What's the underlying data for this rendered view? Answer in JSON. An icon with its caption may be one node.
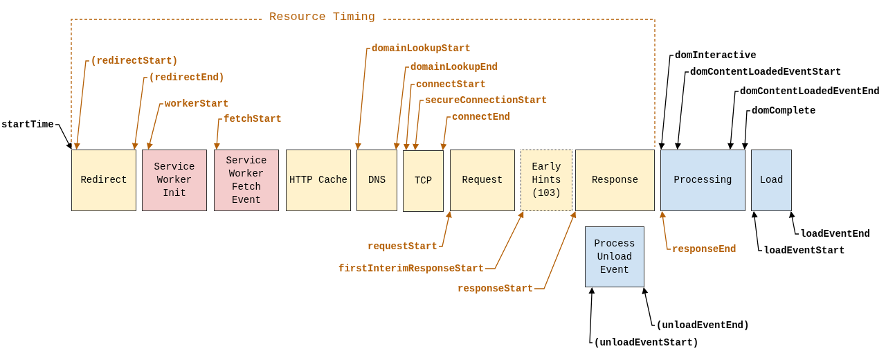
{
  "diagram": {
    "nodes": [
      {
        "text": [
          "Redirect"
        ]
      },
      {
        "text": [
          "Service Worker Init"
        ]
      },
      {
        "text": [
          "Service Worker Fetch Event"
        ]
      },
      {
        "text": [
          "HTTP Cache"
        ]
      },
      {
        "text": [
          "DNS"
        ]
      },
      {
        "text": [
          "TCP"
        ]
      },
      {
        "text": [
          "Request"
        ]
      },
      {
        "text": [
          "Early Hints (103)"
        ]
      },
      {
        "text": [
          "Response"
        ]
      },
      {
        "text": [
          "Processing"
        ]
      },
      {
        "text": [
          "Load"
        ]
      },
      {
        "text": [
          "Process Unload Event"
        ]
      },
      {
        "text": [
          "startTime"
        ]
      },
      {
        "text": [
          "(redirectStart)"
        ]
      },
      {
        "text": [
          "(redirectEnd)"
        ]
      },
      {
        "text": [
          "workerStart"
        ]
      },
      {
        "text": [
          "fetchStart"
        ]
      },
      {
        "text": [
          "domainLookupStart"
        ]
      },
      {
        "text": [
          "domainLookupEnd"
        ]
      },
      {
        "text": [
          "connectStart"
        ]
      },
      {
        "text": [
          "secureConnectionStart"
        ]
      },
      {
        "text": [
          "connectEnd"
        ]
      },
      {
        "text": [
          "domInteractive"
        ]
      },
      {
        "text": [
          "domContentLoadedEventStart"
        ]
      },
      {
        "text": [
          "domContentLoadedEventEnd"
        ]
      },
      {
        "text": [
          "domComplete"
        ]
      },
      {
        "text": [
          "requestStart"
        ]
      },
      {
        "text": [
          "firstInterimResponseStart"
        ]
      },
      {
        "text": [
          "responseStart"
        ]
      },
      {
        "text": [
          "responseEnd"
        ]
      },
      {
        "text": [
          "loadEventStart"
        ]
      },
      {
        "text": [
          "loadEventEnd"
        ]
      },
      {
        "text": [
          "(unloadEventStart)"
        ]
      },
      {
        "text": [
          "(unloadEventEnd)"
        ]
      }
    ],
    "edges": [
      {
        "from": 12,
        "to": 0,
        "arrow": "to",
        "color": "#000000"
      },
      {
        "from": 13,
        "to": 0,
        "arrow": "to"
      },
      {
        "from": 14,
        "to": 0,
        "arrow": "to"
      },
      {
        "from": 15,
        "to": 1,
        "arrow": "to"
      },
      {
        "from": 16,
        "to": 2,
        "arrow": "to"
      },
      {
        "from": 17,
        "to": 4,
        "arrow": "to"
      },
      {
        "from": 18,
        "to": 4,
        "arrow": "to"
      },
      {
        "from": 19,
        "to": 5,
        "arrow": "to"
      },
      {
        "from": 20,
        "to": 5,
        "arrow": "to"
      },
      {
        "from": 21,
        "to": 5,
        "arrow": "to"
      },
      {
        "from": 22,
        "to": 9,
        "arrow": "to",
        "color": "#000000"
      },
      {
        "from": 23,
        "to": 9,
        "arrow": "to",
        "color": "#000000"
      },
      {
        "from": 24,
        "to": 9,
        "arrow": "to",
        "color": "#000000"
      },
      {
        "from": 25,
        "to": 9,
        "arrow": "to",
        "color": "#000000"
      },
      {
        "from": 26,
        "to": 6,
        "arrow": "to"
      },
      {
        "from": 27,
        "to": 7,
        "arrow": "to"
      },
      {
        "from": 28,
        "to": 8,
        "arrow": "to"
      },
      {
        "from": 29,
        "to": 9,
        "arrow": "to"
      },
      {
        "from": 30,
        "to": 10,
        "arrow": "to",
        "color": "#000000"
      },
      {
        "from": 31,
        "to": 10,
        "arrow": "to",
        "color": "#000000"
      },
      {
        "from": 32,
        "to": 11,
        "arrow": "to",
        "color": "#000000"
      },
      {
        "from": 33,
        "to": 11,
        "arrow": "to",
        "color": "#000000"
      }
    ],
    "labels": [
      "Resource Timing"
    ]
  }
}
